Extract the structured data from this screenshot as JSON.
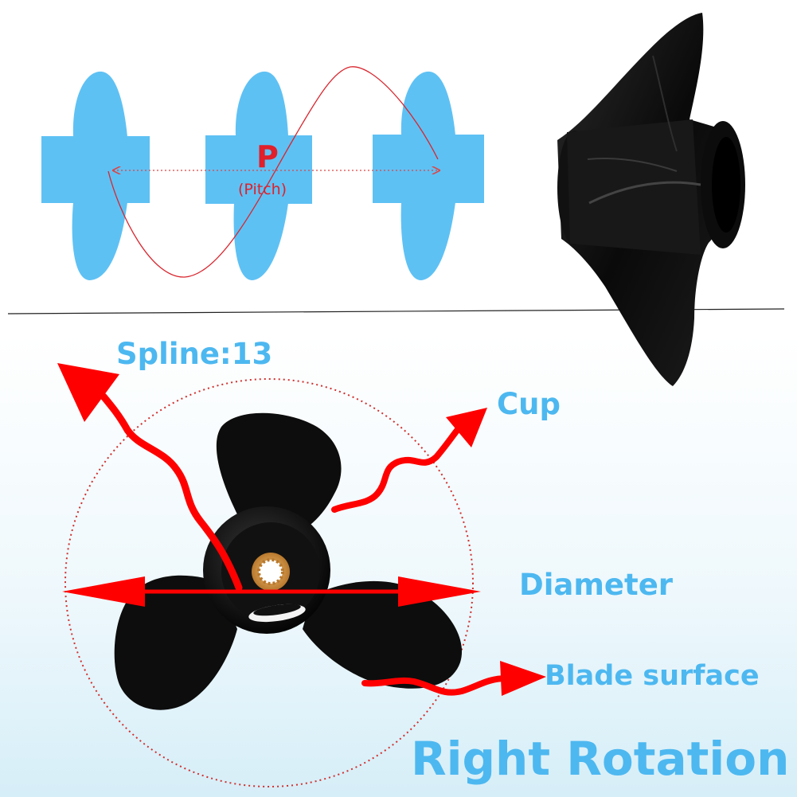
{
  "labels": {
    "pitch_symbol": "P",
    "pitch_word": "(Pitch)",
    "spline": "Spline:13",
    "cup": "Cup",
    "diameter": "Diameter",
    "blade_surface": "Blade surface",
    "rotation": "Right Rotation"
  },
  "colors": {
    "label_blue": "#4db8f0",
    "blade_blue": "#5ec1f4",
    "arrow_red": "#ff0000",
    "pitch_red": "#e0202a",
    "propeller_black": "#0e0e0e",
    "background_bottom": "#dff1fa"
  }
}
